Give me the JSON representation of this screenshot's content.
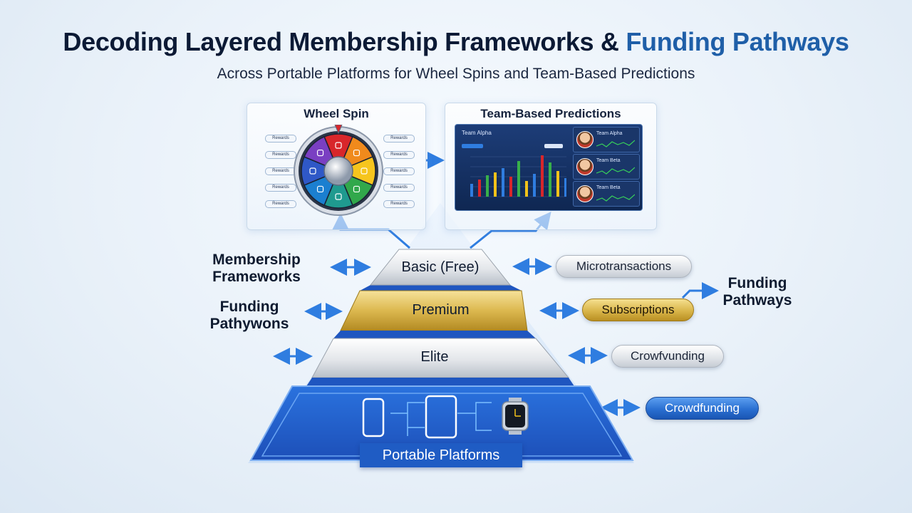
{
  "header": {
    "title_main": "Decoding Layered Membership Frameworks & ",
    "title_highlight": "Funding Pathways",
    "subtitle": "Across Portable Platforms for Wheel Spins and Team-Based Predictions"
  },
  "wheel_panel": {
    "title": "Wheel Spin",
    "labels_left": [
      "Rewards",
      "Rewards",
      "Rewards",
      "Rewards",
      "Rewards"
    ],
    "labels_right": [
      "Rewards",
      "Rewards",
      "Rewards",
      "Rewards",
      "Rewards"
    ],
    "segment_colors": [
      "#d8262b",
      "#f08a1c",
      "#f6c51d",
      "#31a84b",
      "#1f9a8f",
      "#1b7fd0",
      "#2f58c7",
      "#7a3fc2"
    ]
  },
  "predictions_panel": {
    "title": "Team-Based Predictions",
    "dashboard_title": "Team Alpha",
    "chart_colors": [
      "#2f7de0",
      "#d8262b",
      "#38b04a",
      "#f2c21a"
    ],
    "teams": [
      {
        "name": "Team Alpha",
        "avatar": "avatar-icon"
      },
      {
        "name": "Team Beta",
        "avatar": "avatar-icon"
      },
      {
        "name": "Team Beta",
        "avatar": "avatar-icon"
      }
    ]
  },
  "pyramid": {
    "tiers": [
      {
        "label": "Basic (Free)",
        "style": "silver"
      },
      {
        "label": "Premium",
        "style": "gold"
      },
      {
        "label": "Elite",
        "style": "silver"
      }
    ],
    "base_label": "Portable Platforms",
    "devices": [
      "smartphone-icon",
      "tablet-icon",
      "smartwatch-icon"
    ]
  },
  "left_labels": {
    "membership": "Membership\nFrameworks",
    "funding": "Funding\nPathywons"
  },
  "right_label": {
    "funding": "Funding\nPathways"
  },
  "funding_pills": [
    {
      "label": "Microtransactions",
      "style": "silver"
    },
    {
      "label": "Subscriptions",
      "style": "gold"
    },
    {
      "label": "Crowfvunding",
      "style": "silver"
    },
    {
      "label": "Crowdfunding",
      "style": "blue"
    }
  ]
}
